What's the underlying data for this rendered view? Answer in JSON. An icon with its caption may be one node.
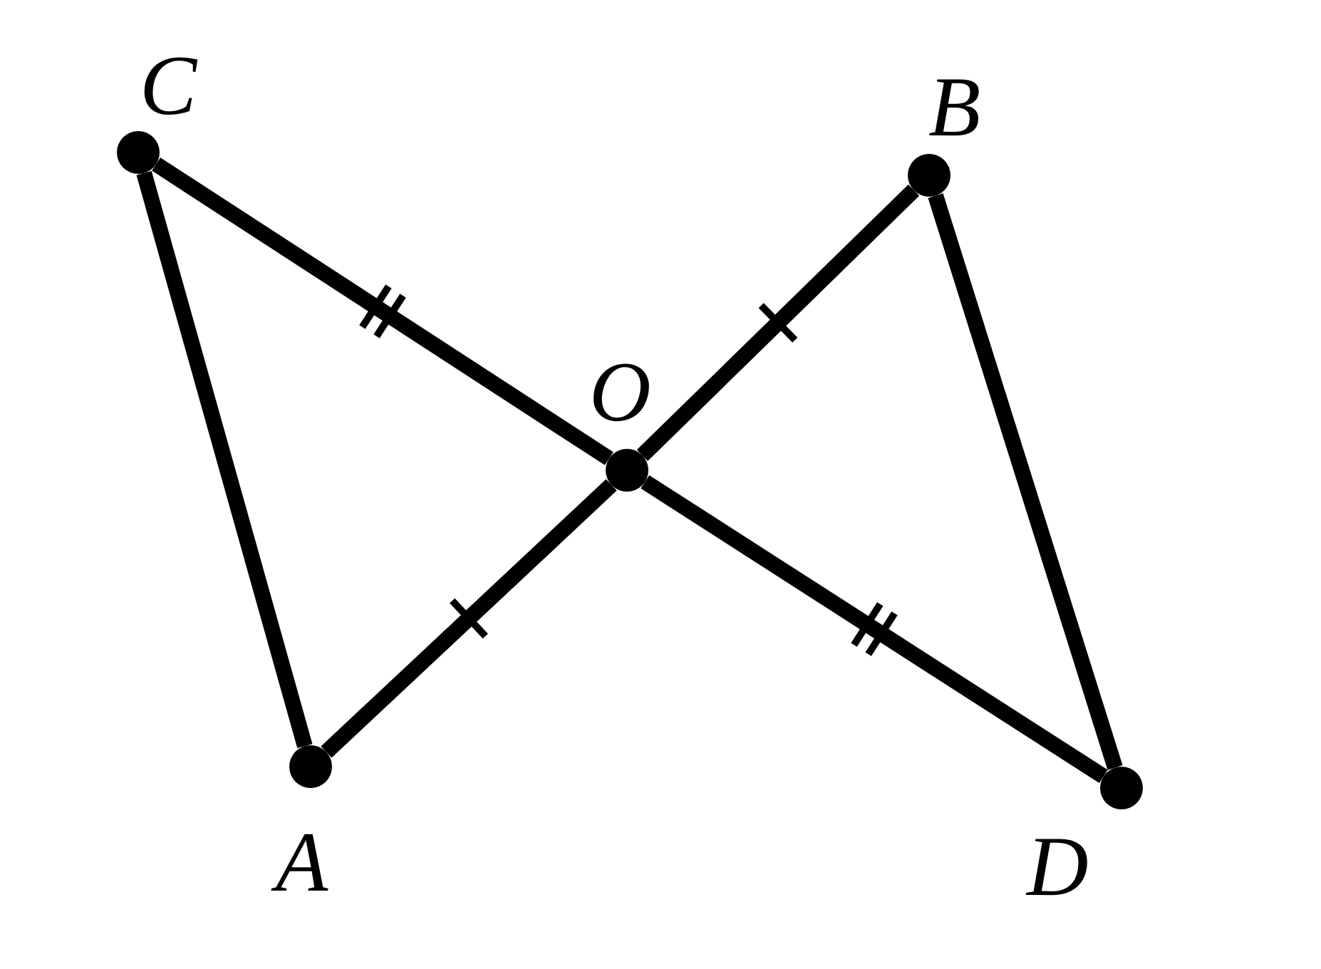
{
  "diagram": {
    "nodes": [
      {
        "text": [
          "C"
        ]
      },
      {
        "text": [
          "B"
        ]
      },
      {
        "text": [
          "O"
        ]
      },
      {
        "text": [
          "A"
        ]
      },
      {
        "text": [
          "D"
        ]
      }
    ],
    "edges": [
      {
        "from": 0,
        "to": 3,
        "arrow": "none"
      },
      {
        "from": 0,
        "to": 2,
        "arrow": "none"
      },
      {
        "from": 2,
        "to": 4,
        "arrow": "none"
      },
      {
        "from": 3,
        "to": 2,
        "arrow": "none"
      },
      {
        "from": 2,
        "to": 1,
        "arrow": "none"
      },
      {
        "from": 1,
        "to": 4,
        "arrow": "none"
      }
    ]
  }
}
